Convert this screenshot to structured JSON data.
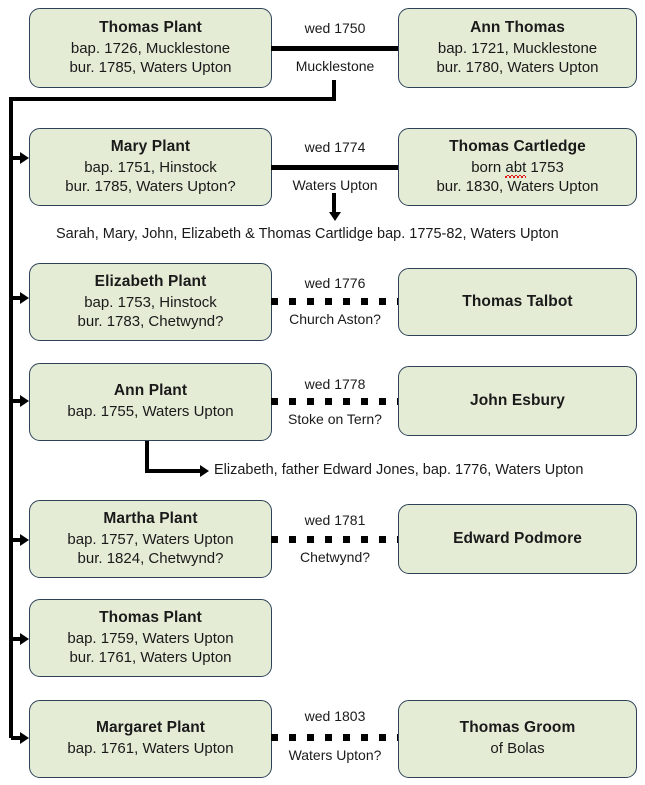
{
  "diagram": {
    "title": "Plant family of Waters Upton genealogy chart",
    "colors": {
      "box_fill": "#e4ecd6",
      "box_border": "#2e4257",
      "connector": "#000000",
      "spellcheck_underline": "#e01b1b",
      "background": "#ffffff"
    }
  },
  "couples": [
    {
      "id": "thomas-plant-ann-thomas",
      "link_style": "solid",
      "wed_label": "wed 1750",
      "place_label": "Mucklestone",
      "left": {
        "name": "Thomas Plant",
        "lines": [
          "bap. 1726, Mucklestone",
          "bur. 1785, Waters Upton"
        ]
      },
      "right": {
        "name": "Ann Thomas",
        "lines": [
          "bap. 1721, Mucklestone",
          "bur. 1780, Waters Upton"
        ]
      }
    },
    {
      "id": "mary-plant-thomas-cartledge",
      "link_style": "solid",
      "wed_label": "wed 1774",
      "place_label": "Waters Upton",
      "left": {
        "name": "Mary Plant",
        "lines": [
          "bap. 1751, Hinstock",
          "bur. 1785, Waters Upton?"
        ]
      },
      "right": {
        "name": "Thomas Cartledge",
        "lines": [
          "born abt 1753",
          "bur. 1830, Waters Upton"
        ],
        "misspelled_word": "abt"
      }
    },
    {
      "id": "elizabeth-plant-thomas-talbot",
      "link_style": "dotted",
      "wed_label": "wed 1776",
      "place_label": "Church Aston?",
      "left": {
        "name": "Elizabeth Plant",
        "lines": [
          "bap. 1753, Hinstock",
          "bur. 1783, Chetwynd?"
        ]
      },
      "right": {
        "name": "Thomas Talbot",
        "lines": []
      }
    },
    {
      "id": "ann-plant-john-esbury",
      "link_style": "dotted",
      "wed_label": "wed 1778",
      "place_label": "Stoke on Tern?",
      "left": {
        "name": "Ann Plant",
        "lines": [
          "bap. 1755, Waters Upton"
        ]
      },
      "right": {
        "name": "John Esbury",
        "lines": []
      }
    },
    {
      "id": "martha-plant-edward-podmore",
      "link_style": "dotted",
      "wed_label": "wed 1781",
      "place_label": "Chetwynd?",
      "left": {
        "name": "Martha Plant",
        "lines": [
          "bap. 1757, Waters Upton",
          "bur. 1824, Chetwynd?"
        ]
      },
      "right": {
        "name": "Edward Podmore",
        "lines": []
      }
    },
    {
      "id": "thomas-plant-infant",
      "link_style": "none",
      "wed_label": "",
      "place_label": "",
      "left": {
        "name": "Thomas Plant",
        "lines": [
          "bap. 1759, Waters Upton",
          "bur. 1761, Waters Upton"
        ]
      },
      "right": null
    },
    {
      "id": "margaret-plant-thomas-groom",
      "link_style": "dotted",
      "wed_label": "wed 1803",
      "place_label": "Waters Upton?",
      "left": {
        "name": "Margaret Plant",
        "lines": [
          "bap. 1761, Waters Upton"
        ]
      },
      "right": {
        "name": "Thomas Groom",
        "lines": [
          "of Bolas"
        ]
      }
    }
  ],
  "annotations": [
    {
      "id": "cartlidge-children",
      "text": "Sarah, Mary, John, Elizabeth & Thomas Cartlidge bap. 1775-82, Waters Upton"
    },
    {
      "id": "esbury-child",
      "text": "Elizabeth, father Edward Jones, bap. 1776, Waters Upton"
    }
  ]
}
